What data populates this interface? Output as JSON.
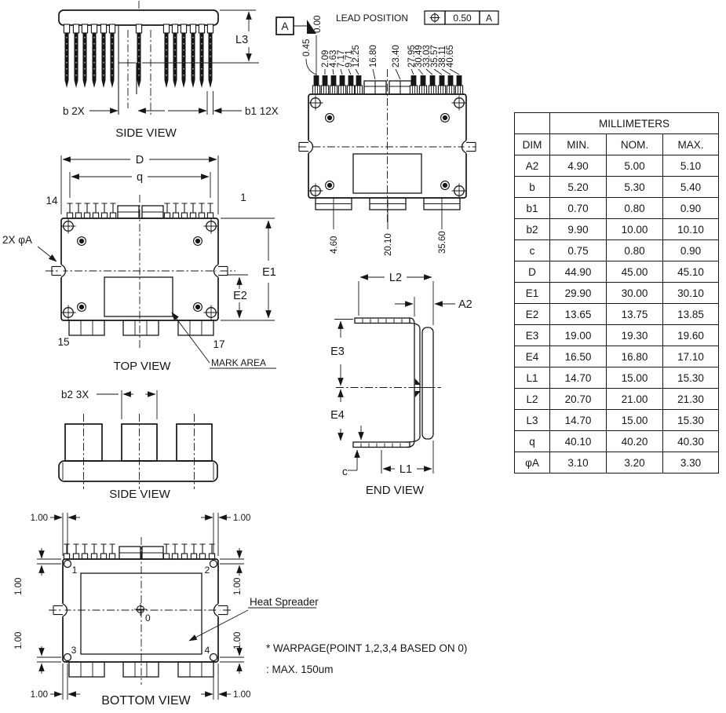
{
  "drawing": {
    "side_view_top": {
      "caption": "SIDE VIEW",
      "dim_l3": "L3",
      "dim_b": "b 2X",
      "dim_b1": "b1 12X"
    },
    "lead_view": {
      "title": "LEAD POSITION",
      "datum_label": "A",
      "tol_value": "0.50",
      "tol_datum": "A",
      "offsets": [
        "0.00",
        "0.45",
        "2.09",
        "4.63",
        "7.17",
        "9.71",
        "12.25",
        "16.80",
        "23.40",
        "27.95",
        "30.49",
        "33.03",
        "35.57",
        "38.11",
        "40.65"
      ],
      "bottom_offsets": [
        "4.60",
        "20.10",
        "35.60"
      ]
    },
    "top_view": {
      "caption": "TOP VIEW",
      "dim_d": "D",
      "dim_q": "q",
      "dim_e1": "E1",
      "dim_e2": "E2",
      "hole_callout": "2X φA",
      "mark_area": "MARK AREA",
      "pin14": "14",
      "pin1": "1",
      "pin15": "15",
      "pin17": "17"
    },
    "end_view": {
      "caption": "END VIEW",
      "dim_l2": "L2",
      "dim_a2": "A2",
      "dim_e3": "E3",
      "dim_e4": "E4",
      "dim_c": "c",
      "dim_l1": "L1"
    },
    "side_view_bottom": {
      "caption": "SIDE VIEW",
      "dim_b2": "b2 3X"
    },
    "bottom_view": {
      "caption": "BOTTOM VIEW",
      "corner_dim": "1.00",
      "heat_spreader": "Heat Spreader",
      "p0": "0",
      "p1": "1",
      "p2": "2",
      "p3": "3",
      "p4": "4"
    },
    "note_line1": "* WARPAGE(POINT 1,2,3,4 BASED ON 0)",
    "note_line2": ": MAX. 150um"
  },
  "table": {
    "unit_header": "MILLIMETERS",
    "dim_header": "DIM",
    "columns": [
      "MIN.",
      "NOM.",
      "MAX."
    ],
    "rows": [
      {
        "dim": "A2",
        "min": "4.90",
        "nom": "5.00",
        "max": "5.10"
      },
      {
        "dim": "b",
        "min": "5.20",
        "nom": "5.30",
        "max": "5.40"
      },
      {
        "dim": "b1",
        "min": "0.70",
        "nom": "0.80",
        "max": "0.90"
      },
      {
        "dim": "b2",
        "min": "9.90",
        "nom": "10.00",
        "max": "10.10"
      },
      {
        "dim": "c",
        "min": "0.75",
        "nom": "0.80",
        "max": "0.90"
      },
      {
        "dim": "D",
        "min": "44.90",
        "nom": "45.00",
        "max": "45.10"
      },
      {
        "dim": "E1",
        "min": "29.90",
        "nom": "30.00",
        "max": "30.10"
      },
      {
        "dim": "E2",
        "min": "13.65",
        "nom": "13.75",
        "max": "13.85"
      },
      {
        "dim": "E3",
        "min": "19.00",
        "nom": "19.30",
        "max": "19.60"
      },
      {
        "dim": "E4",
        "min": "16.50",
        "nom": "16.80",
        "max": "17.10"
      },
      {
        "dim": "L1",
        "min": "14.70",
        "nom": "15.00",
        "max": "15.30"
      },
      {
        "dim": "L2",
        "min": "20.70",
        "nom": "21.00",
        "max": "21.30"
      },
      {
        "dim": "L3",
        "min": "14.70",
        "nom": "15.00",
        "max": "15.30"
      },
      {
        "dim": "q",
        "min": "40.10",
        "nom": "40.20",
        "max": "40.30"
      },
      {
        "dim": "φA",
        "min": "3.10",
        "nom": "3.20",
        "max": "3.30"
      }
    ]
  }
}
